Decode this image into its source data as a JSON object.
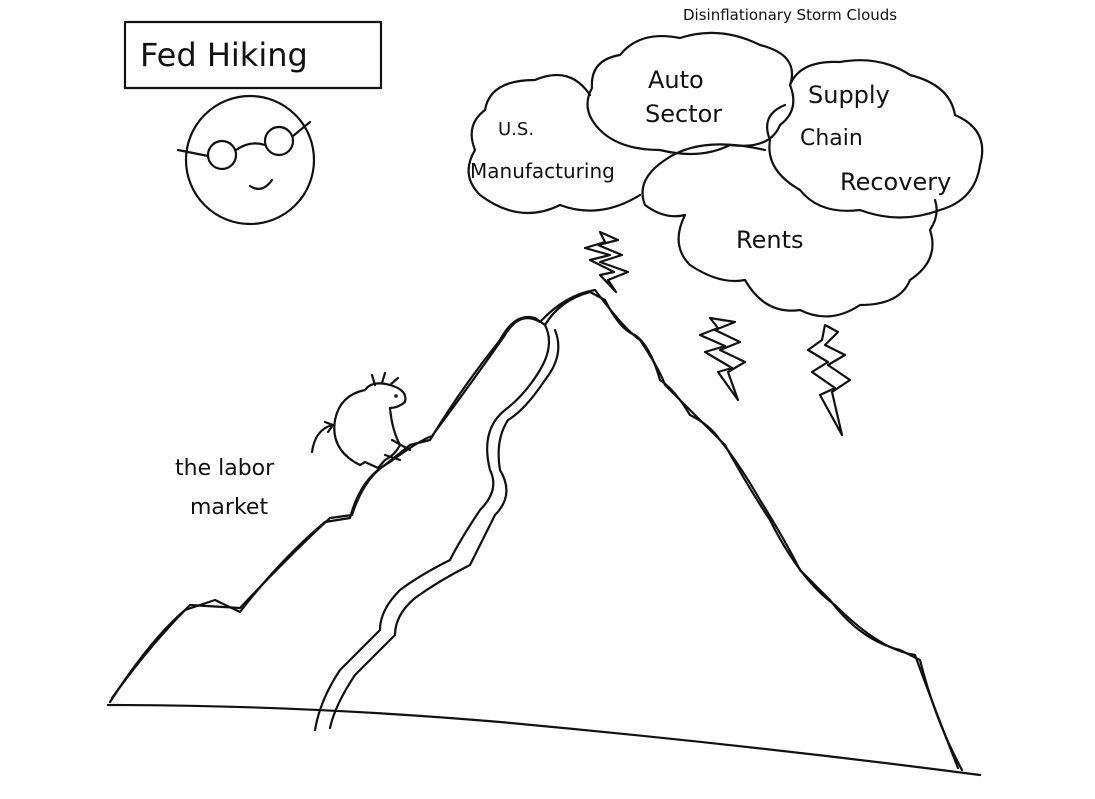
{
  "title_box": {
    "label": "Fed Hiking"
  },
  "clouds_title": "Disinflationary Storm Clouds",
  "clouds": {
    "manufacturing": [
      "U.S.",
      "Manufacturing"
    ],
    "auto": [
      "Auto",
      "Sector"
    ],
    "supply": [
      "Supply",
      "Chain",
      "Recovery"
    ],
    "rents": "Rents"
  },
  "labor": [
    "the labor",
    "market"
  ],
  "colors": {
    "ink": "#111111",
    "background": "#ffffff"
  }
}
